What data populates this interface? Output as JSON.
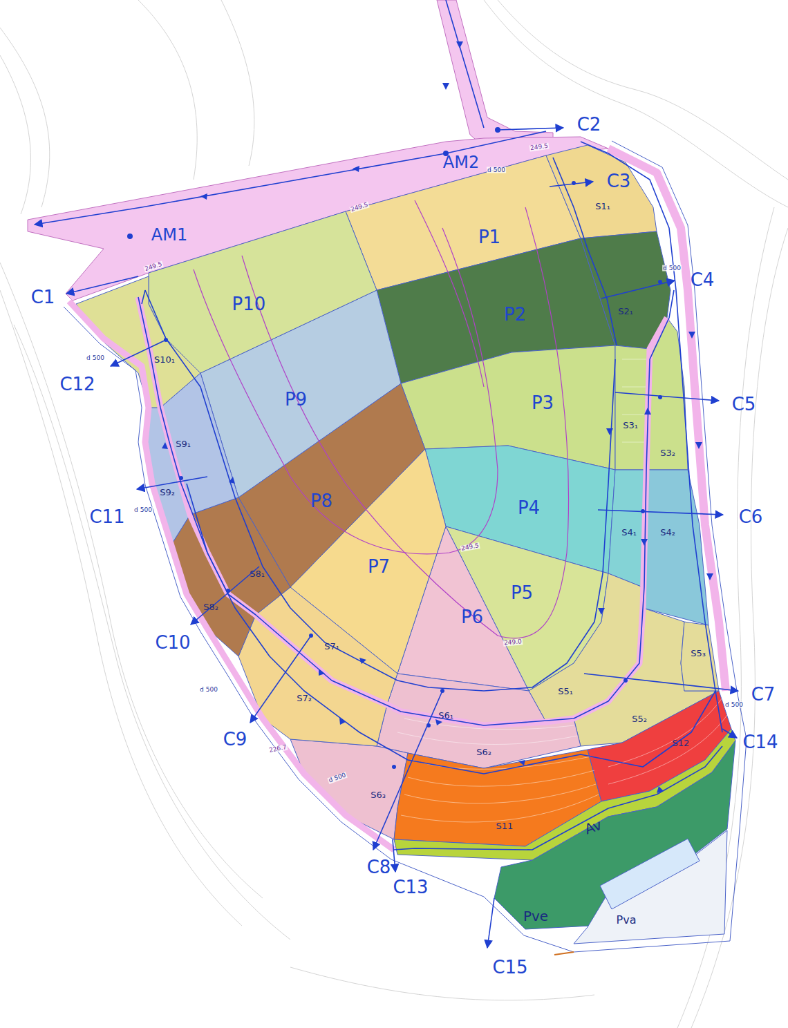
{
  "diagram": {
    "nodes": [
      {
        "text": [
          "P1"
        ]
      },
      {
        "text": [
          "P2"
        ]
      },
      {
        "text": [
          "P3"
        ]
      },
      {
        "text": [
          "P4"
        ]
      },
      {
        "text": [
          "P5"
        ]
      },
      {
        "text": [
          "P6"
        ]
      },
      {
        "text": [
          "P7"
        ]
      },
      {
        "text": [
          "P8"
        ]
      },
      {
        "text": [
          "P9"
        ]
      },
      {
        "text": [
          "P10"
        ]
      },
      {
        "text": [
          "S1₁"
        ]
      },
      {
        "text": [
          "S2₁"
        ]
      },
      {
        "text": [
          "S3₁"
        ]
      },
      {
        "text": [
          "S3₂"
        ]
      },
      {
        "text": [
          "S4₁"
        ]
      },
      {
        "text": [
          "S4₂"
        ]
      },
      {
        "text": [
          "S5₁"
        ]
      },
      {
        "text": [
          "S5₂"
        ]
      },
      {
        "text": [
          "S5₃"
        ]
      },
      {
        "text": [
          "S6₁"
        ]
      },
      {
        "text": [
          "S6₂"
        ]
      },
      {
        "text": [
          "S6₃"
        ]
      },
      {
        "text": [
          "S7₁"
        ]
      },
      {
        "text": [
          "S7₂"
        ]
      },
      {
        "text": [
          "S8₁"
        ]
      },
      {
        "text": [
          "S8₂"
        ]
      },
      {
        "text": [
          "S9₁"
        ]
      },
      {
        "text": [
          "S9₂"
        ]
      },
      {
        "text": [
          "S10₁"
        ]
      },
      {
        "text": [
          "S11"
        ]
      },
      {
        "text": [
          "S12"
        ]
      },
      {
        "text": [
          "Pve"
        ]
      },
      {
        "text": [
          "Pva"
        ]
      }
    ],
    "labels": [
      "AM1",
      "AM2",
      "C1",
      "C2",
      "C3",
      "C4",
      "C5",
      "C6",
      "C7",
      "C14",
      "C12",
      "C11",
      "C10",
      "C9",
      "C8",
      "C13",
      "C15",
      "Av",
      "249.5",
      "249.5",
      "249.5",
      "249.5",
      "249.0",
      "d 500",
      "d 500",
      "d 500",
      "d 500",
      "d 500",
      "d 500",
      "d 500",
      "226.7"
    ]
  }
}
